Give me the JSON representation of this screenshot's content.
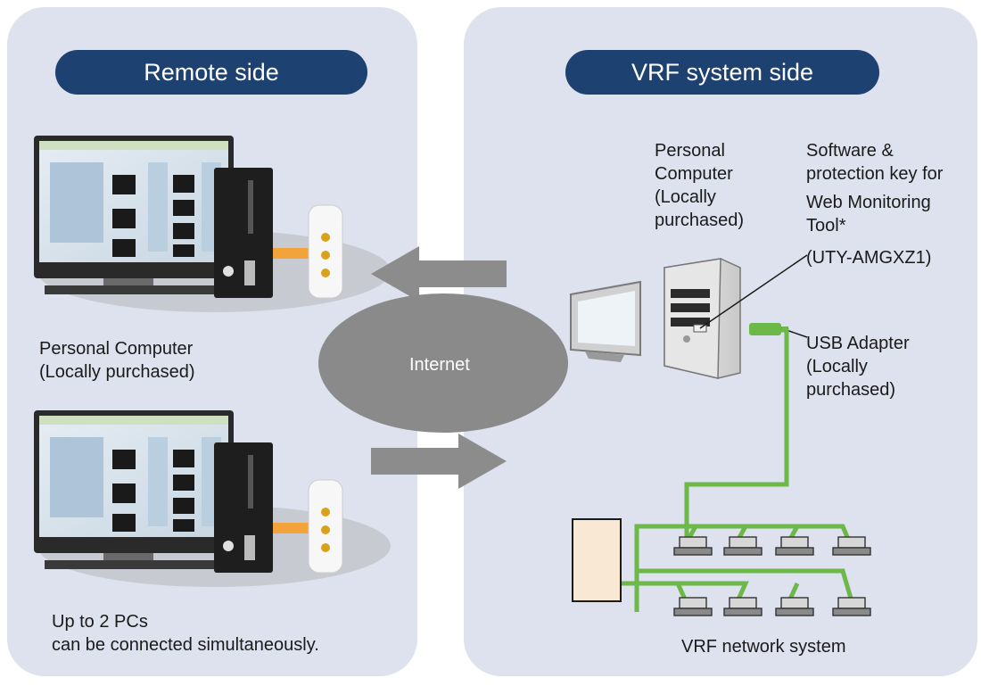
{
  "remote_side": {
    "header": "Remote side",
    "pc_caption": "Personal Computer\n(Locally purchased)",
    "note": "Up to 2 PCs\ncan be connected simultaneously."
  },
  "internet": {
    "label": "Internet"
  },
  "vrf_side": {
    "header": "VRF system side",
    "pc_caption": "Personal\nComputer\n(Locally\npurchased)",
    "software_caption": "Software &\nprotection key for",
    "software_name": "Web Monitoring\nTool*",
    "software_model": "(UTY-AMGXZ1)",
    "usb_caption": "USB Adapter\n(Locally\npurchased)",
    "network_caption": "VRF network system"
  },
  "colors": {
    "panel": "#dee1ee",
    "header_pill": "#1d4170",
    "arrow": "#8c8c8c",
    "internet_cloud": "#8a8a8a",
    "network_wire": "#6cb94a",
    "cable": "#f2a43a",
    "controller": "#f9e8d3"
  },
  "icons": [
    "desktop-pc-icon",
    "router-icon",
    "tower-pc-icon",
    "usb-adapter-icon",
    "indoor-unit-icon"
  ]
}
